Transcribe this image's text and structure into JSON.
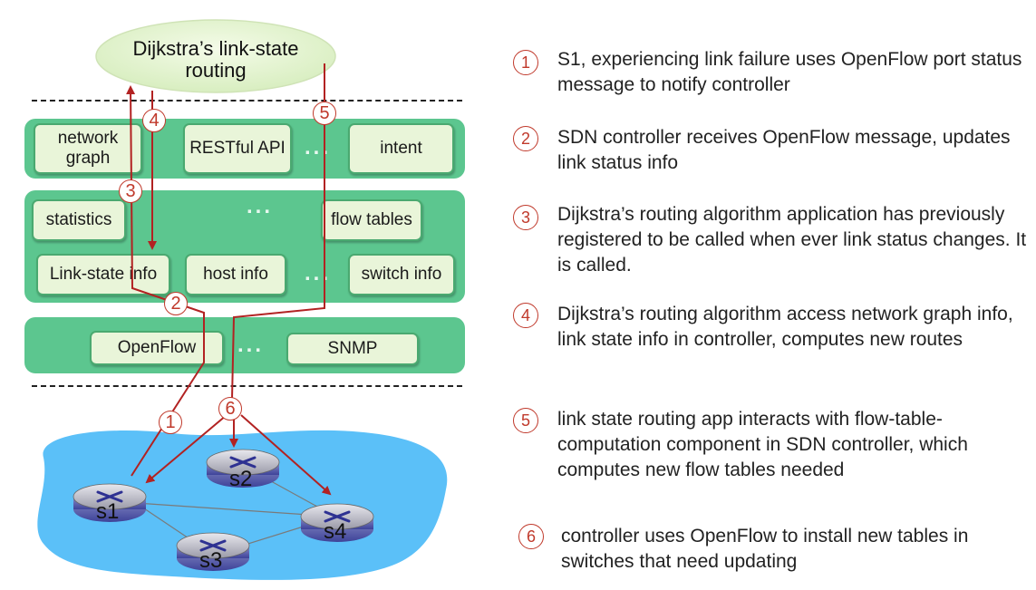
{
  "app": {
    "title": "Dijkstra’s link-state routing"
  },
  "controller": {
    "apps_layer": {
      "boxes": [
        "network graph",
        "RESTful API",
        "intent"
      ]
    },
    "core_layer": {
      "boxes": [
        "statistics",
        "flow tables",
        "Link-state info",
        "host info",
        "switch info"
      ]
    },
    "south_layer": {
      "boxes": [
        "OpenFlow",
        "SNMP"
      ]
    },
    "dots": "..."
  },
  "switches": [
    "s1",
    "s2",
    "s3",
    "s4"
  ],
  "markers": [
    "1",
    "2",
    "3",
    "4",
    "5",
    "6"
  ],
  "steps": [
    {
      "num": "1",
      "text": "S1, experiencing link failure uses OpenFlow port status message to notify controller"
    },
    {
      "num": "2",
      "text": "SDN controller receives OpenFlow message, updates link status info"
    },
    {
      "num": "3",
      "text": "Dijkstra’s routing algorithm application has previously registered to be called when ever link status changes.  It is called."
    },
    {
      "num": "4",
      "text": "Dijkstra’s routing algorithm access network graph info, link state info in controller, computes new routes"
    },
    {
      "num": "5",
      "text": "link state routing app interacts with flow-table-computation component in SDN controller, which computes new flow tables needed"
    },
    {
      "num": "6",
      "text": "controller uses OpenFlow to install new tables in switches that need updating"
    }
  ],
  "colors": {
    "layer": "#5cc68f",
    "box": "#e9f5d9",
    "arrow": "#b22222",
    "network": "#5bc0f8"
  }
}
